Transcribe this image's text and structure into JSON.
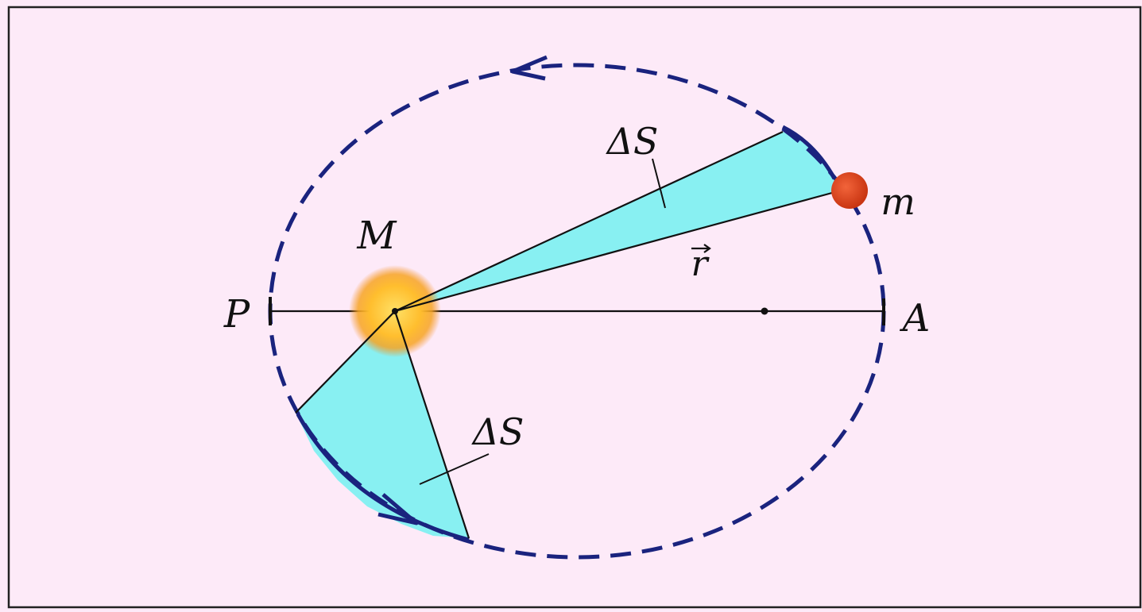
{
  "labels": {
    "central_body": "M",
    "orbiting_body": "m",
    "perihelion": "P",
    "aphelion": "A",
    "area_upper": "ΔS",
    "area_lower": "ΔS",
    "radius_vector": "r"
  },
  "colors": {
    "background": "#fdeaf8",
    "frame": "#222222",
    "orbit": "#1a237e",
    "sector_fill": "#88f0f2",
    "lines": "#111111",
    "sun_core": "#ffc233",
    "sun_glow": "#f58d1e",
    "planet": "#e0431b"
  }
}
